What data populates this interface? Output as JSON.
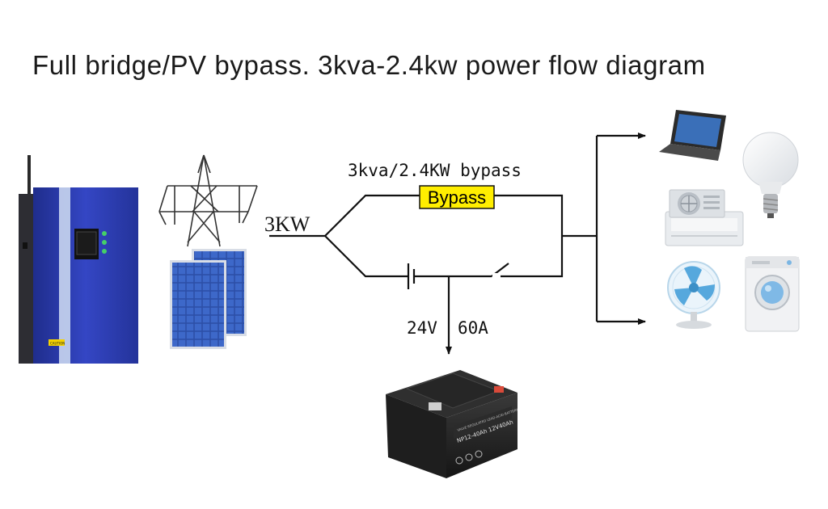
{
  "title": "Full bridge/PV bypass. 3kva-2.4kw power flow diagram",
  "bypass_caption": "3kva/2.4KW bypass",
  "bypass_box_label": "Bypass",
  "input_label": "3KW",
  "battery_spec_voltage": "24V",
  "battery_spec_current": "60A",
  "battery_print": {
    "model": "NP12-40Ah 12V40Ah",
    "brand_line": "VALVE REGULATED LEAD-ACID BATTERY"
  },
  "inverter_print": {
    "caution": "CAUTION"
  },
  "colors": {
    "bypass_box_fill": "#ffee00",
    "inverter_body": "#2e3fb0",
    "line": "#111111"
  },
  "icons": [
    "inverter-icon",
    "power-tower-icon",
    "solar-panel-icon",
    "laptop-icon",
    "light-bulb-icon",
    "air-conditioner-icon",
    "fan-icon",
    "washing-machine-icon",
    "battery-icon"
  ]
}
